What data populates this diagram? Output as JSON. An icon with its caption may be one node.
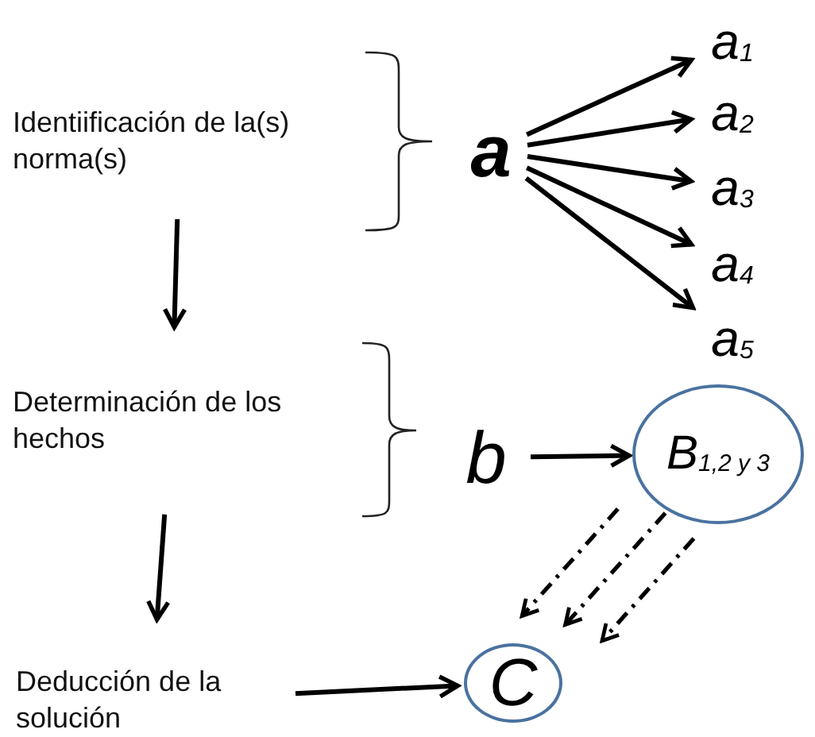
{
  "diagram": {
    "nodes": [
      {
        "text": [
          "Identiificación de la(s) norma(s)"
        ]
      },
      {
        "text": [
          "a"
        ]
      },
      {
        "text": [
          "a$_{1}$"
        ]
      },
      {
        "text": [
          "a$_{2}$"
        ]
      },
      {
        "text": [
          "a$_{3}$"
        ]
      },
      {
        "text": [
          "a$_{4}$"
        ]
      },
      {
        "text": [
          "a$_{5}$"
        ]
      },
      {
        "text": [
          "Determinación de los hechos"
        ]
      },
      {
        "text": [
          "b"
        ]
      },
      {
        "text": [
          "B$_{1,2 y 3}$"
        ]
      },
      {
        "text": [
          "Deducción de la solución"
        ]
      },
      {
        "text": [
          "C"
        ]
      }
    ],
    "edges": [
      {
        "from": 1,
        "to": 2,
        "arrow": "to"
      },
      {
        "from": 1,
        "to": 3,
        "arrow": "to"
      },
      {
        "from": 1,
        "to": 4,
        "arrow": "to"
      },
      {
        "from": 1,
        "to": 5,
        "arrow": "to"
      },
      {
        "from": 1,
        "to": 6,
        "arrow": "to"
      },
      {
        "from": 0,
        "to": 7,
        "arrow": "to"
      },
      {
        "from": 7,
        "to": 10,
        "arrow": "to"
      },
      {
        "from": 8,
        "to": 9,
        "arrow": "to"
      },
      {
        "from": 9,
        "to": 11,
        "arrow": "to",
        "style": "dashed"
      },
      {
        "from": 9,
        "to": 11,
        "arrow": "to",
        "style": "dashed"
      },
      {
        "from": 9,
        "to": 11,
        "arrow": "to",
        "style": "dashed"
      },
      {
        "from": 10,
        "to": 11,
        "arrow": "to"
      }
    ]
  }
}
